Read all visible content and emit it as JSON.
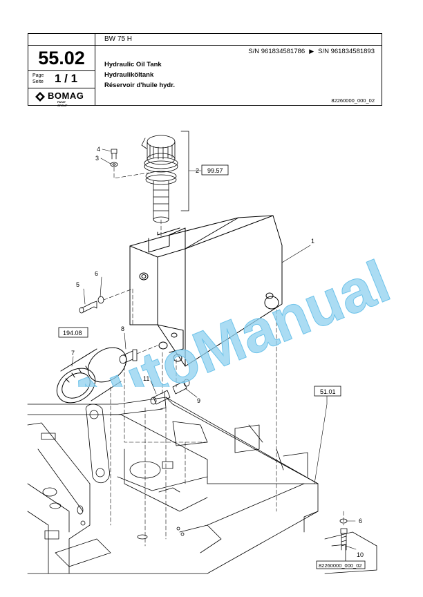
{
  "header": {
    "model": "BW 75 H",
    "page_number": "55.02",
    "page_label_1": "Page",
    "page_label_2": "Seite",
    "page_value": "1 / 1",
    "sn_from": "S/N 961834581786",
    "sn_to": "S/N 961834581893",
    "title_en": "Hydraulic Oil Tank",
    "title_de": "Hydrauliköltank",
    "title_fr": "Réservoir d'huile hydr.",
    "doc_ref": "82260000_000_02",
    "brand": "BOMAG",
    "brand_sub": "FAYAT GROUP"
  },
  "watermark": "AutoManual",
  "callouts": {
    "c1": "1",
    "c2": "2",
    "c3": "3",
    "c4": "4",
    "c5": "5",
    "c6a": "6",
    "c7": "7",
    "c8": "8",
    "c9": "9",
    "c10": "10",
    "c11": "11",
    "c6b": "6"
  },
  "refboxes": {
    "r1": "99.57",
    "r2": "194.08",
    "r3": "51.01"
  },
  "drawing_ref": "82260000_000_02"
}
